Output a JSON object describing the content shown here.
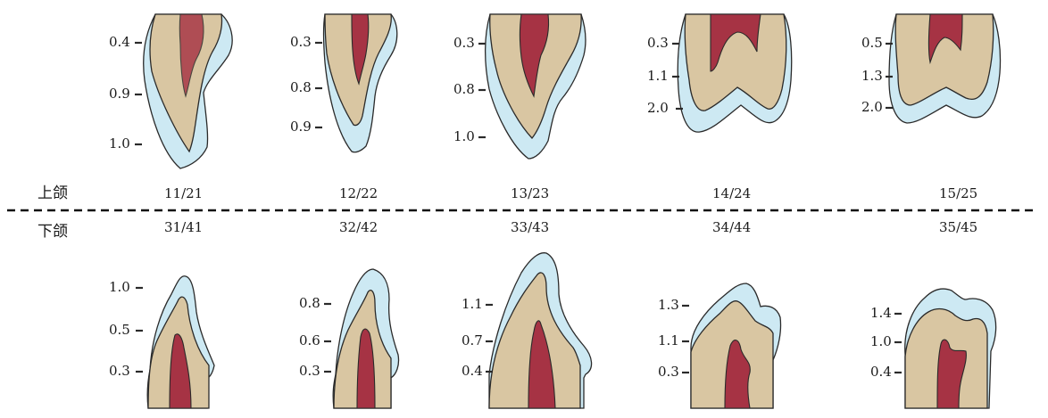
{
  "jaw_labels": {
    "upper": "上颌",
    "lower": "下颌"
  },
  "colors": {
    "enamel": "#cde9f3",
    "dentin": "#d9c6a2",
    "pulp": "#a63344",
    "outline": "#2a2a2a",
    "divider": "#111111"
  },
  "upper": [
    {
      "label": "11/21",
      "values": [
        "0.4",
        "0.9",
        "1.0"
      ]
    },
    {
      "label": "12/22",
      "values": [
        "0.3",
        "0.8",
        "0.9"
      ]
    },
    {
      "label": "13/23",
      "values": [
        "0.3",
        "0.8",
        "1.0"
      ]
    },
    {
      "label": "14/24",
      "values": [
        "0.3",
        "1.1",
        "2.0"
      ]
    },
    {
      "label": "15/25",
      "values": [
        "0.5",
        "1.3",
        "2.0"
      ]
    }
  ],
  "lower": [
    {
      "label": "31/41",
      "values": [
        "1.0",
        "0.5",
        "0.3"
      ]
    },
    {
      "label": "32/42",
      "values": [
        "0.8",
        "0.6",
        "0.3"
      ]
    },
    {
      "label": "33/43",
      "values": [
        "1.1",
        "0.7",
        "0.4"
      ]
    },
    {
      "label": "34/44",
      "values": [
        "1.3",
        "1.1",
        "0.3"
      ]
    },
    {
      "label": "35/45",
      "values": [
        "1.4",
        "1.0",
        "0.4"
      ]
    }
  ]
}
